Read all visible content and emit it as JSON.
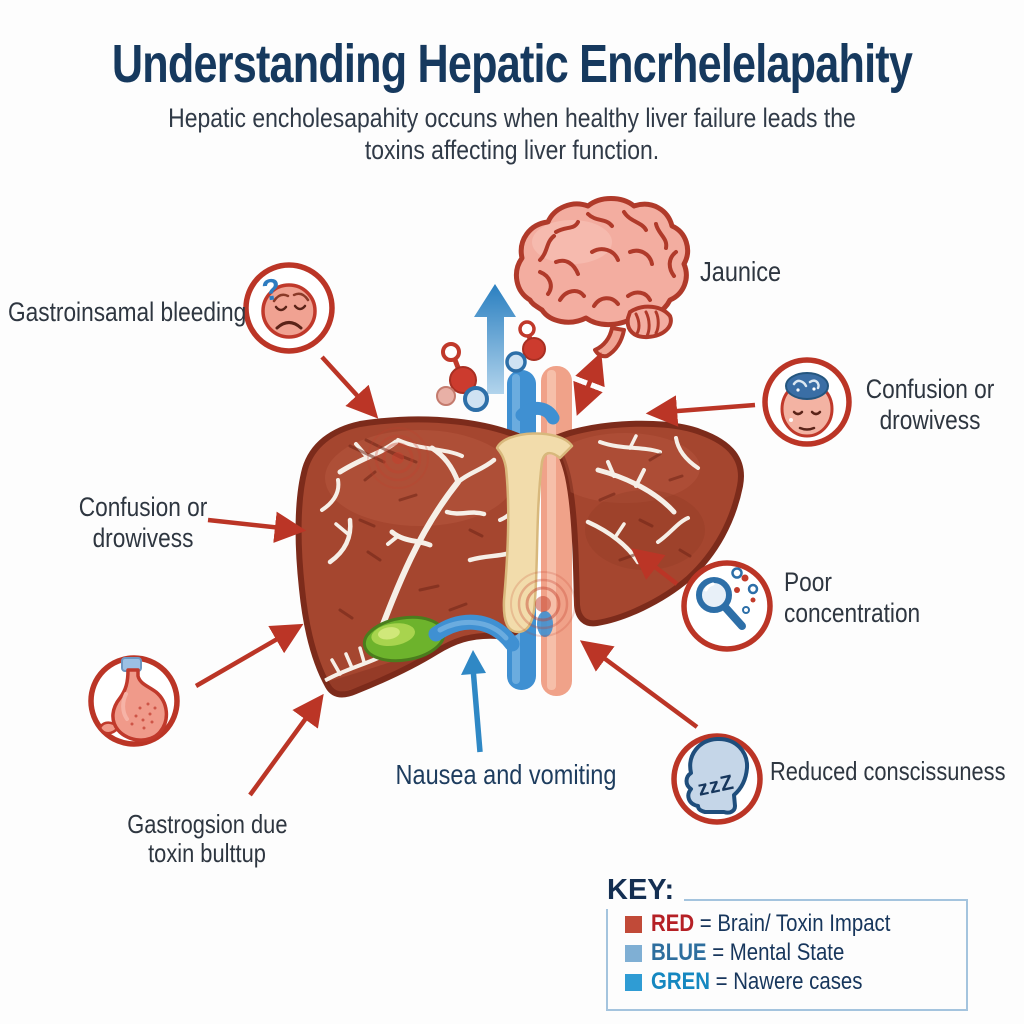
{
  "header": {
    "title": "Understanding Hepatic Encrhelelapahity",
    "subtitle_line1": "Hepatic encholesapahity occuns when healthy liver failure leads the",
    "subtitle_line2": "toxins affecting liver function."
  },
  "callouts": {
    "jaundice": {
      "label": "Jaunice"
    },
    "gi_bleeding": {
      "label": "Gastroinsamal bleeding"
    },
    "confusion_right": {
      "line1": "Confusion or",
      "line2": "drowivess"
    },
    "confusion_left": {
      "line1": "Confusion or",
      "line2": "drowivess"
    },
    "poor_concentration": {
      "line1": "Poor",
      "line2": "concentration"
    },
    "reduced_consciousness": {
      "label": "Reduced conscissuness"
    },
    "nausea": {
      "label": "Nausea and vomiting"
    },
    "gastro_toxin": {
      "line1": "Gastrogsion due",
      "line2": "toxin bulttup"
    }
  },
  "icons": {
    "question_mark": "?",
    "sleep_zzz": "zzZ"
  },
  "key": {
    "heading": "KEY:",
    "items": [
      {
        "swatch_color": "#c14a38",
        "word": "RED",
        "word_color": "#b52025",
        "description": "= Brain/ Toxin Impact"
      },
      {
        "swatch_color": "#7fafd4",
        "word": "BLUE",
        "word_color": "#2d6e9e",
        "description": "= Mental State"
      },
      {
        "swatch_color": "#2f9cd4",
        "word": "GREN",
        "word_color": "#1587c0",
        "description": "= Nawere cases"
      }
    ]
  },
  "colors": {
    "title_navy": "#16395e",
    "body_text": "#2e3640",
    "navy_text": "#1d3c5e",
    "arrow_red": "#bb3526",
    "arrow_blue": "#2e86c1",
    "liver_red": "#a5462f",
    "liver_outline": "#7c2b1b",
    "vessel_white": "#f6efe7",
    "portal_vein_blue": "#3f90d2",
    "vena_cava_salmon": "#f0a289",
    "gallbladder_green": "#6db32c",
    "falciform_cream": "#f2dcab",
    "brain_pink": "#f3ada0",
    "brain_outline": "#b03a2a",
    "icon_ring_red": "#bb3526",
    "key_border_blue": "#a4c4de"
  }
}
